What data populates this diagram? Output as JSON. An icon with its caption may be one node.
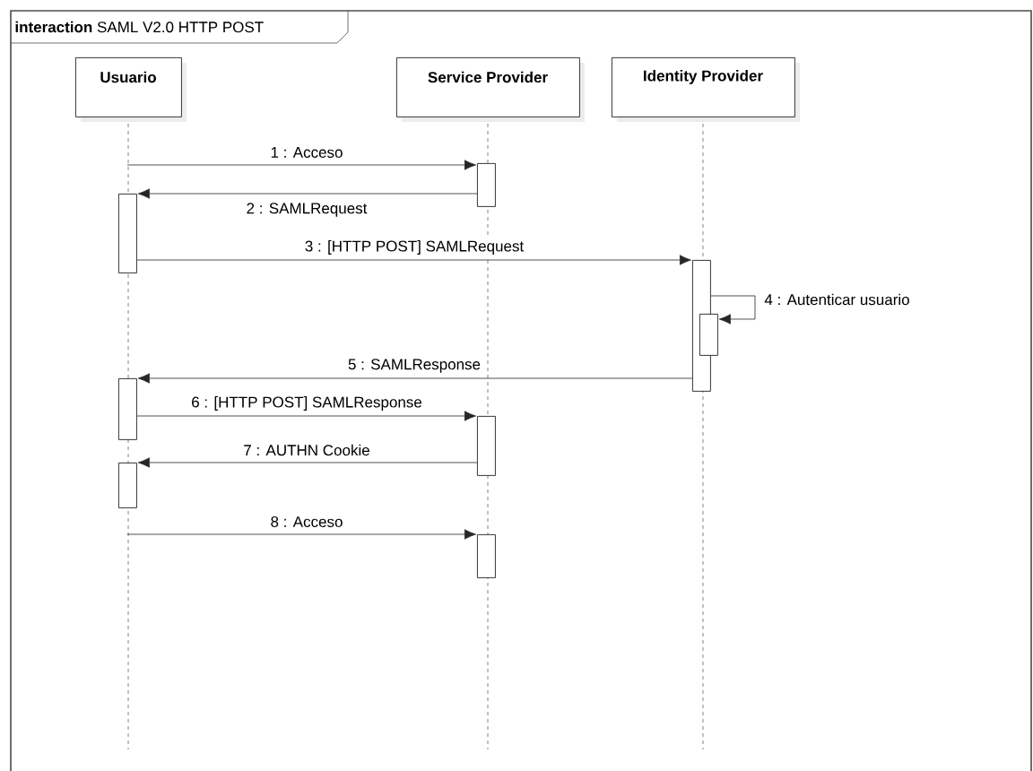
{
  "diagram": {
    "nodes": [
      {
        "text": [
          "**interaction** SAML V2.0 HTTP POST"
        ]
      },
      {
        "text": [
          "Usuario"
        ],
        "in": 0
      },
      {
        "text": [
          "Service Provider"
        ],
        "in": 0
      },
      {
        "text": [
          "Identity Provider"
        ],
        "in": 0
      },
      {
        "text": [],
        "shape": "bar",
        "in": 0
      },
      {
        "text": [],
        "shape": "bar",
        "in": 0
      },
      {
        "text": [],
        "shape": "bar",
        "in": 0
      },
      {
        "text": [],
        "shape": "bar",
        "in": 0
      },
      {
        "text": [],
        "shape": "bar",
        "in": 0
      },
      {
        "text": [],
        "shape": "bar",
        "in": 0
      },
      {
        "text": [],
        "shape": "bar",
        "in": 0
      },
      {
        "text": [],
        "shape": "bar",
        "in": 0
      }
    ],
    "edges": [
      {
        "from": null,
        "to": 4,
        "arrow": "to",
        "label": "1 : Acceso"
      },
      {
        "from": 4,
        "to": 5,
        "arrow": "to",
        "label": "2 : SAMLRequest"
      },
      {
        "from": 5,
        "to": 6,
        "arrow": "to",
        "label": "3 : [HTTP POST] SAMLRequest"
      },
      {
        "from": 6,
        "to": 7,
        "arrow": "to",
        "label": "4 : Autenticar usuario"
      },
      {
        "from": 6,
        "to": 8,
        "arrow": "to",
        "label": "5 : SAMLResponse"
      },
      {
        "from": 8,
        "to": 9,
        "arrow": "to",
        "label": "6 : [HTTP POST] SAMLResponse"
      },
      {
        "from": 9,
        "to": 10,
        "arrow": "to",
        "label": "7 : AUTHN Cookie"
      },
      {
        "from": null,
        "to": 11,
        "arrow": "to",
        "label": "8 : Acceso"
      }
    ]
  }
}
